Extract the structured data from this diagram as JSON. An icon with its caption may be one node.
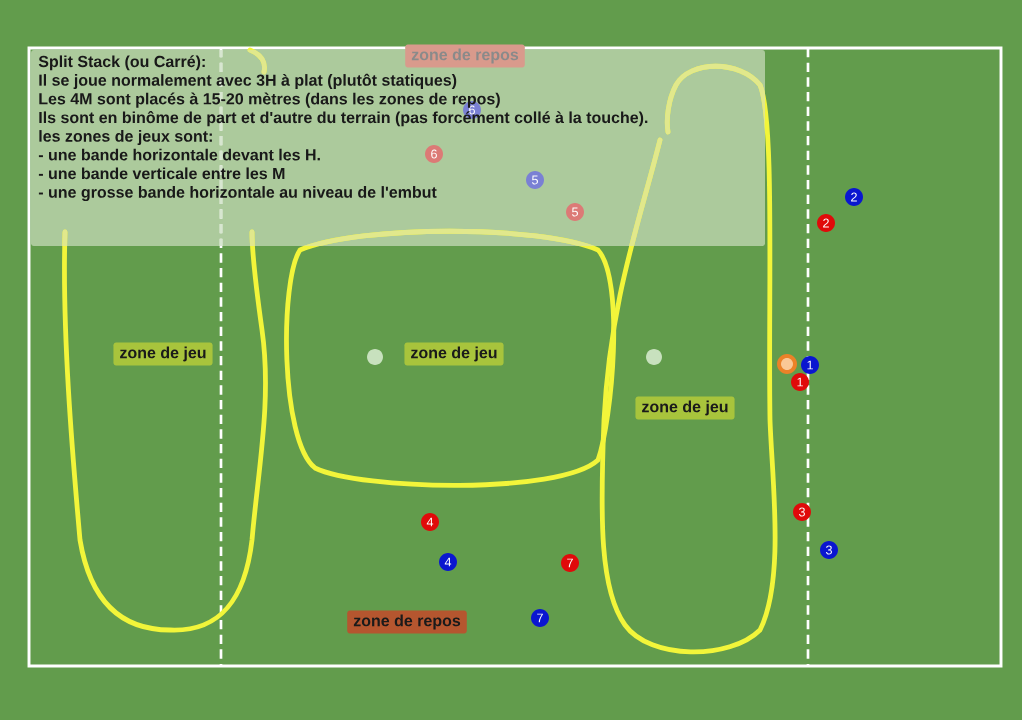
{
  "diagram": {
    "nodes": [
      {
        "text": [
          "Split Stack (ou Carré):",
          "Il se joue normalement avec 3H à plat (plutôt statiques)",
          "Les 4M sont placés à 15-20 mètres (dans les zones de repos)",
          "Ils sont en binôme de part et d'autre du terrain (pas forcément collé à la touche).",
          "les zones de jeux sont:",
          "- une bande horizontale devant les H.",
          "- une bande verticale entre les M",
          "- une grosse bande horizontale au niveau de l'embut"
        ]
      },
      {
        "text": [
          "zone de repos"
        ]
      },
      {
        "text": [
          "zone de jeu"
        ]
      },
      {
        "text": [
          "zone de jeu"
        ]
      },
      {
        "text": [
          "zone de jeu"
        ]
      },
      {
        "text": [
          "zone de repos"
        ]
      },
      {
        "text": [
          "6"
        ],
        "in": 0
      },
      {
        "text": [
          "6"
        ],
        "in": 0
      },
      {
        "text": [
          "5"
        ],
        "in": 0
      },
      {
        "text": [
          "5"
        ]
      },
      {
        "text": [
          "2"
        ]
      },
      {
        "text": [
          "2"
        ]
      },
      {
        "text": [
          "1"
        ]
      },
      {
        "text": [
          "1"
        ]
      },
      {
        "text": [
          "3"
        ]
      },
      {
        "text": [
          "3"
        ]
      },
      {
        "text": [
          "4"
        ]
      },
      {
        "text": [
          "4"
        ]
      },
      {
        "text": [
          "7"
        ]
      },
      {
        "text": [
          "7"
        ]
      }
    ]
  }
}
